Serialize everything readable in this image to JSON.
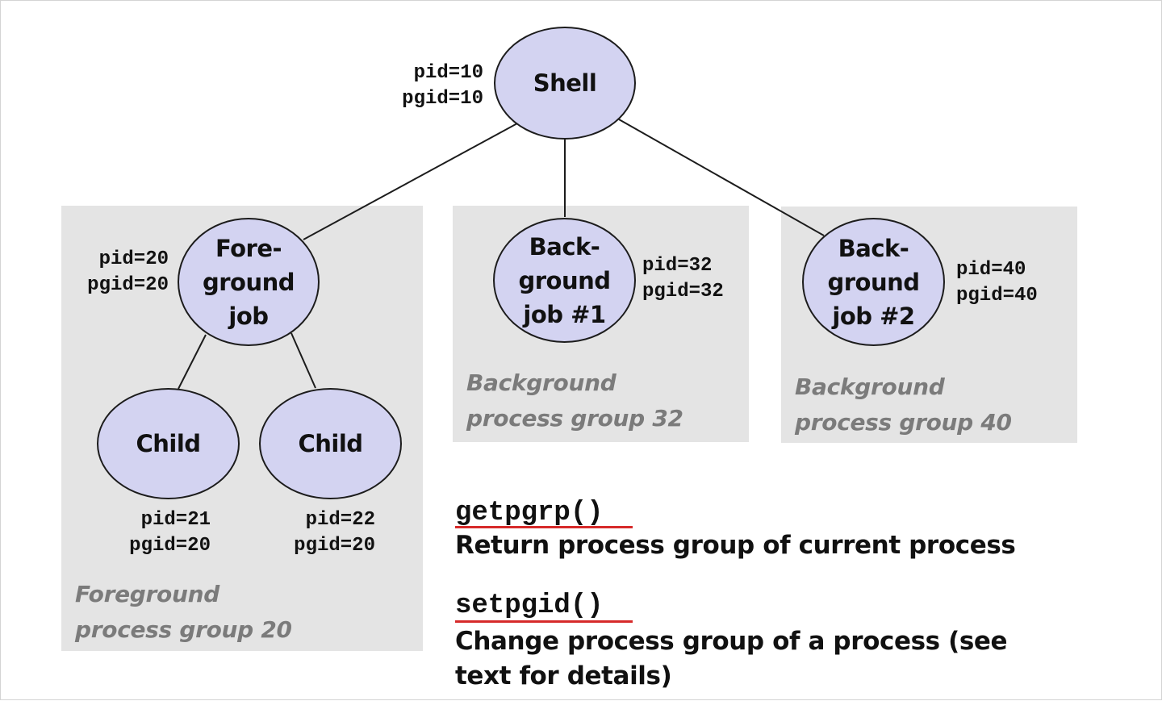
{
  "nodes": {
    "shell": {
      "label": "Shell",
      "pid": "pid=10",
      "pgid": "pgid=10"
    },
    "foreground_job": {
      "label": "Fore-\nground\njob",
      "pid": "pid=20",
      "pgid": "pgid=20"
    },
    "child_1": {
      "label": "Child",
      "pid": "pid=21",
      "pgid": "pgid=20"
    },
    "child_2": {
      "label": "Child",
      "pid": "pid=22",
      "pgid": "pgid=20"
    },
    "background_job_1": {
      "label": "Back-\nground\njob #1",
      "pid": "pid=32",
      "pgid": "pgid=32"
    },
    "background_job_2": {
      "label": "Back-\nground\njob #2",
      "pid": "pid=40",
      "pgid": "pgid=40"
    }
  },
  "groups": {
    "foreground": {
      "line1": "Foreground",
      "line2": "process group 20"
    },
    "background_32": {
      "line1": "Background",
      "line2": "process group 32"
    },
    "background_40": {
      "line1": "Background",
      "line2": "process group 40"
    }
  },
  "functions": [
    {
      "name": "getpgrp()",
      "description": "Return process group of current process"
    },
    {
      "name": "setpgid()",
      "description": "Change process group of a process (see\ntext for details)"
    }
  ],
  "colors": {
    "node_fill": "#d3d3f1",
    "group_fill": "#e4e4e4",
    "group_label": "#7b7b7b",
    "underline": "#d62a2a"
  }
}
